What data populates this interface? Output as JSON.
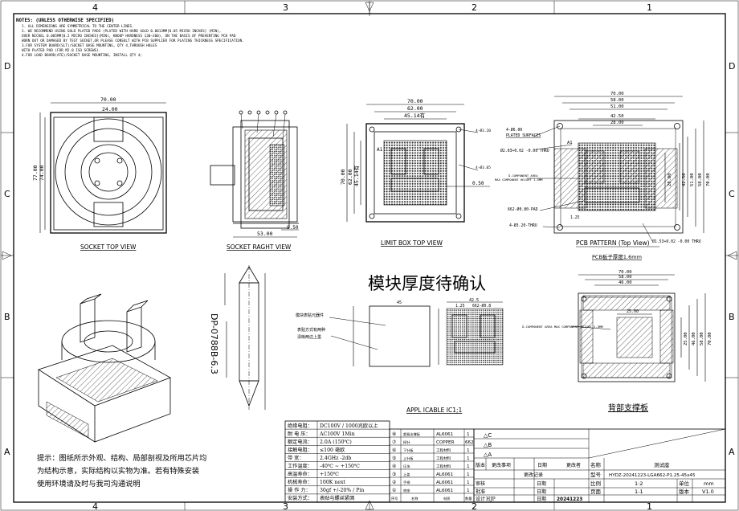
{
  "border": {
    "cols_top": [
      "4",
      "3",
      "2",
      "1"
    ],
    "cols_bottom": [
      "4",
      "3",
      "2",
      "1"
    ],
    "rows_left": [
      "D",
      "C",
      "B",
      "A"
    ],
    "rows_right": [
      "D",
      "C",
      "B",
      "A"
    ]
  },
  "notes": {
    "title": "NOTES: (UNLESS OTHERWISE SPECIFIED)",
    "lines": [
      "1. ALL DIMENSIONS ARE SYMMETRICAL TO THE CENTER LINES.",
      "2. WE RECOMMEND USING GOLD PLATED PADS (PLATED WITH HARD GOLD 0.0013MM[0.05 MICRO INCHES] (MIN),",
      "OVER NICKEL 0.005MM[0.2 MICRO INCHES](MIN), KNOOP HARDNESS 130~200), ON THE BASIS OF PREVENTING PCB PAD",
      "WORN OUT OR DAMAGED BY TEST SOCKET,OR PLEASE CONSULT WITH PCB SUPPLIER FOR PLATING THICKNESS SPECIFICATION.",
      "3.FOR SYSTEM BOARD(SLT)/SOCKET BASE MOUNTING, QTY 4,THROUGH HOLES",
      "WITH PLATED PAD (FOR M2.0 ISO SCREWS).",
      "4.FOR LOAD BOARD(ATE)/SOCKET BASE MOUNTING, INSTALL QTY 4;"
    ]
  },
  "socket_top": {
    "caption": "SOCKET TOP VIEW",
    "dim_width": "70.00",
    "dim_inner": "24.00",
    "dim_h1": "77.00",
    "dim_h2": "74.00"
  },
  "socket_side": {
    "caption": "SOCKET RAGHT VIEW",
    "dim_w": "53.00",
    "dim_small": "9.50"
  },
  "limit_box": {
    "caption": "LIMIT BOX  TOP VIEW",
    "dim_w1": "70.00",
    "dim_w2": "62.00",
    "dim_w3": "45.14有",
    "dim_h1": "70.00",
    "dim_h2": "62.00",
    "dim_h3": "45.14有",
    "dim_pitch": "0.50",
    "note_r1": "4-Ø3.20",
    "note_r2": "4-Ø3.05",
    "marker": "A1"
  },
  "pcb_pattern": {
    "caption": "PCB PATTERN (Top View)",
    "subcaption": "PCB板子厚度1.6mm",
    "dims_top": [
      "70.00",
      "58.00",
      "51.00",
      "42.50",
      "28.00"
    ],
    "dims_right": [
      "28.00",
      "42.50",
      "51.00",
      "58.00",
      "70.00"
    ],
    "callouts": [
      "4-Ø6.00",
      "PLATED SURFACES",
      "Ø2.03+0.02 -0.00 THRU",
      "A1",
      "Ö-COMPONENT AREA",
      "MAX COMPONENT HEIGHT 1.5MM",
      "662-Ø0.80-PAD",
      "4-Ø3.20-THRU",
      "Ø1.53+0.02 -0.00 THRU",
      "1.25"
    ]
  },
  "thickness_note": "模块厚度待确认",
  "part_number": "DP-0788B-6.3",
  "module": {
    "labels": [
      "模块表贴元器件",
      "表贴方式有两种",
      "清晰两边上墨"
    ],
    "dim_45": "45",
    "dim_42_5": "42.5",
    "dim_1_25": "1.25",
    "dim_pad": "662-Ø0.8"
  },
  "ic_caption": "APPL ICABLE IC1;1",
  "support": {
    "caption": "背部支撑板",
    "dims_top": [
      "70.00",
      "58.00",
      "46.00",
      "25.00"
    ],
    "dims_right": [
      "25.00",
      "46.00",
      "58.00",
      "70.00"
    ],
    "note": "Ö-COMPONENT AREA MAX COMPONENT HEIGHT 2.5MM"
  },
  "spec_table": [
    [
      "绝缘电阻：",
      "DC100V / 1000兆欧以上"
    ],
    [
      "耐 电 压：",
      "AC100V 1Min"
    ],
    [
      "额定电流：",
      "2.0A (150℃)"
    ],
    [
      "接触电阻：",
      "≤100 毫欧"
    ],
    [
      "带    宽：",
      "2.4GHz -2db"
    ],
    [
      "工作温度：",
      "-40℃ ~ +150℃"
    ],
    [
      "高温寿命：",
      "+150℃"
    ],
    [
      "机械寿命：",
      "100K next"
    ],
    [
      "操 作 力：",
      "30gf +/-20% / Pin"
    ],
    [
      "安装方式：",
      "表贴与螺丝紧固"
    ]
  ],
  "bom": [
    [
      "⑧",
      "超极支撑板",
      "AL6061",
      "1"
    ],
    [
      "⑦",
      "探针",
      "COPPER",
      "662"
    ],
    [
      "⑥",
      "下针板",
      "工程材料",
      "1"
    ],
    [
      "⑤",
      "上针板",
      "工程材料",
      "1"
    ],
    [
      "④",
      "压块",
      "工程材料",
      "1"
    ],
    [
      "③",
      "上盖",
      "AL6061",
      "1"
    ],
    [
      "②",
      "手柄",
      "AL6061",
      "1"
    ],
    [
      "①",
      "底座",
      "AL6061",
      "1"
    ]
  ],
  "bom_head": [
    "序号",
    "名称",
    "材质",
    "数量"
  ],
  "revisions": [
    "△C",
    "△B",
    "△A"
  ],
  "rev_head": [
    "版本",
    "更改事项",
    "日期",
    "更改者"
  ],
  "change_record": "更改记录",
  "sign": {
    "design_label": "设计",
    "design_name": "HJP",
    "review_label": "审核",
    "approve_label": "批准",
    "date_label": "日期",
    "date_value": "20241223"
  },
  "title_block": {
    "name_label": "名称",
    "name_value": "测试座",
    "model_label": "型号",
    "model_value": "HYDZ-20241223-LGA662-P1.25-45x45",
    "scale_label": "比例",
    "scale_value": "1:2",
    "unit_label": "单位",
    "unit_value": "mm",
    "page_label": "页面",
    "page_value": "1-1",
    "version_label": "版本",
    "version_value": "V1.0"
  },
  "tip": [
    "提示：图纸所示外观、结构、局部剖视及所用芯片均",
    "为结构示意，实际结构以实物为准。若有特殊安装",
    "使用环境请及时与我司沟通说明"
  ]
}
